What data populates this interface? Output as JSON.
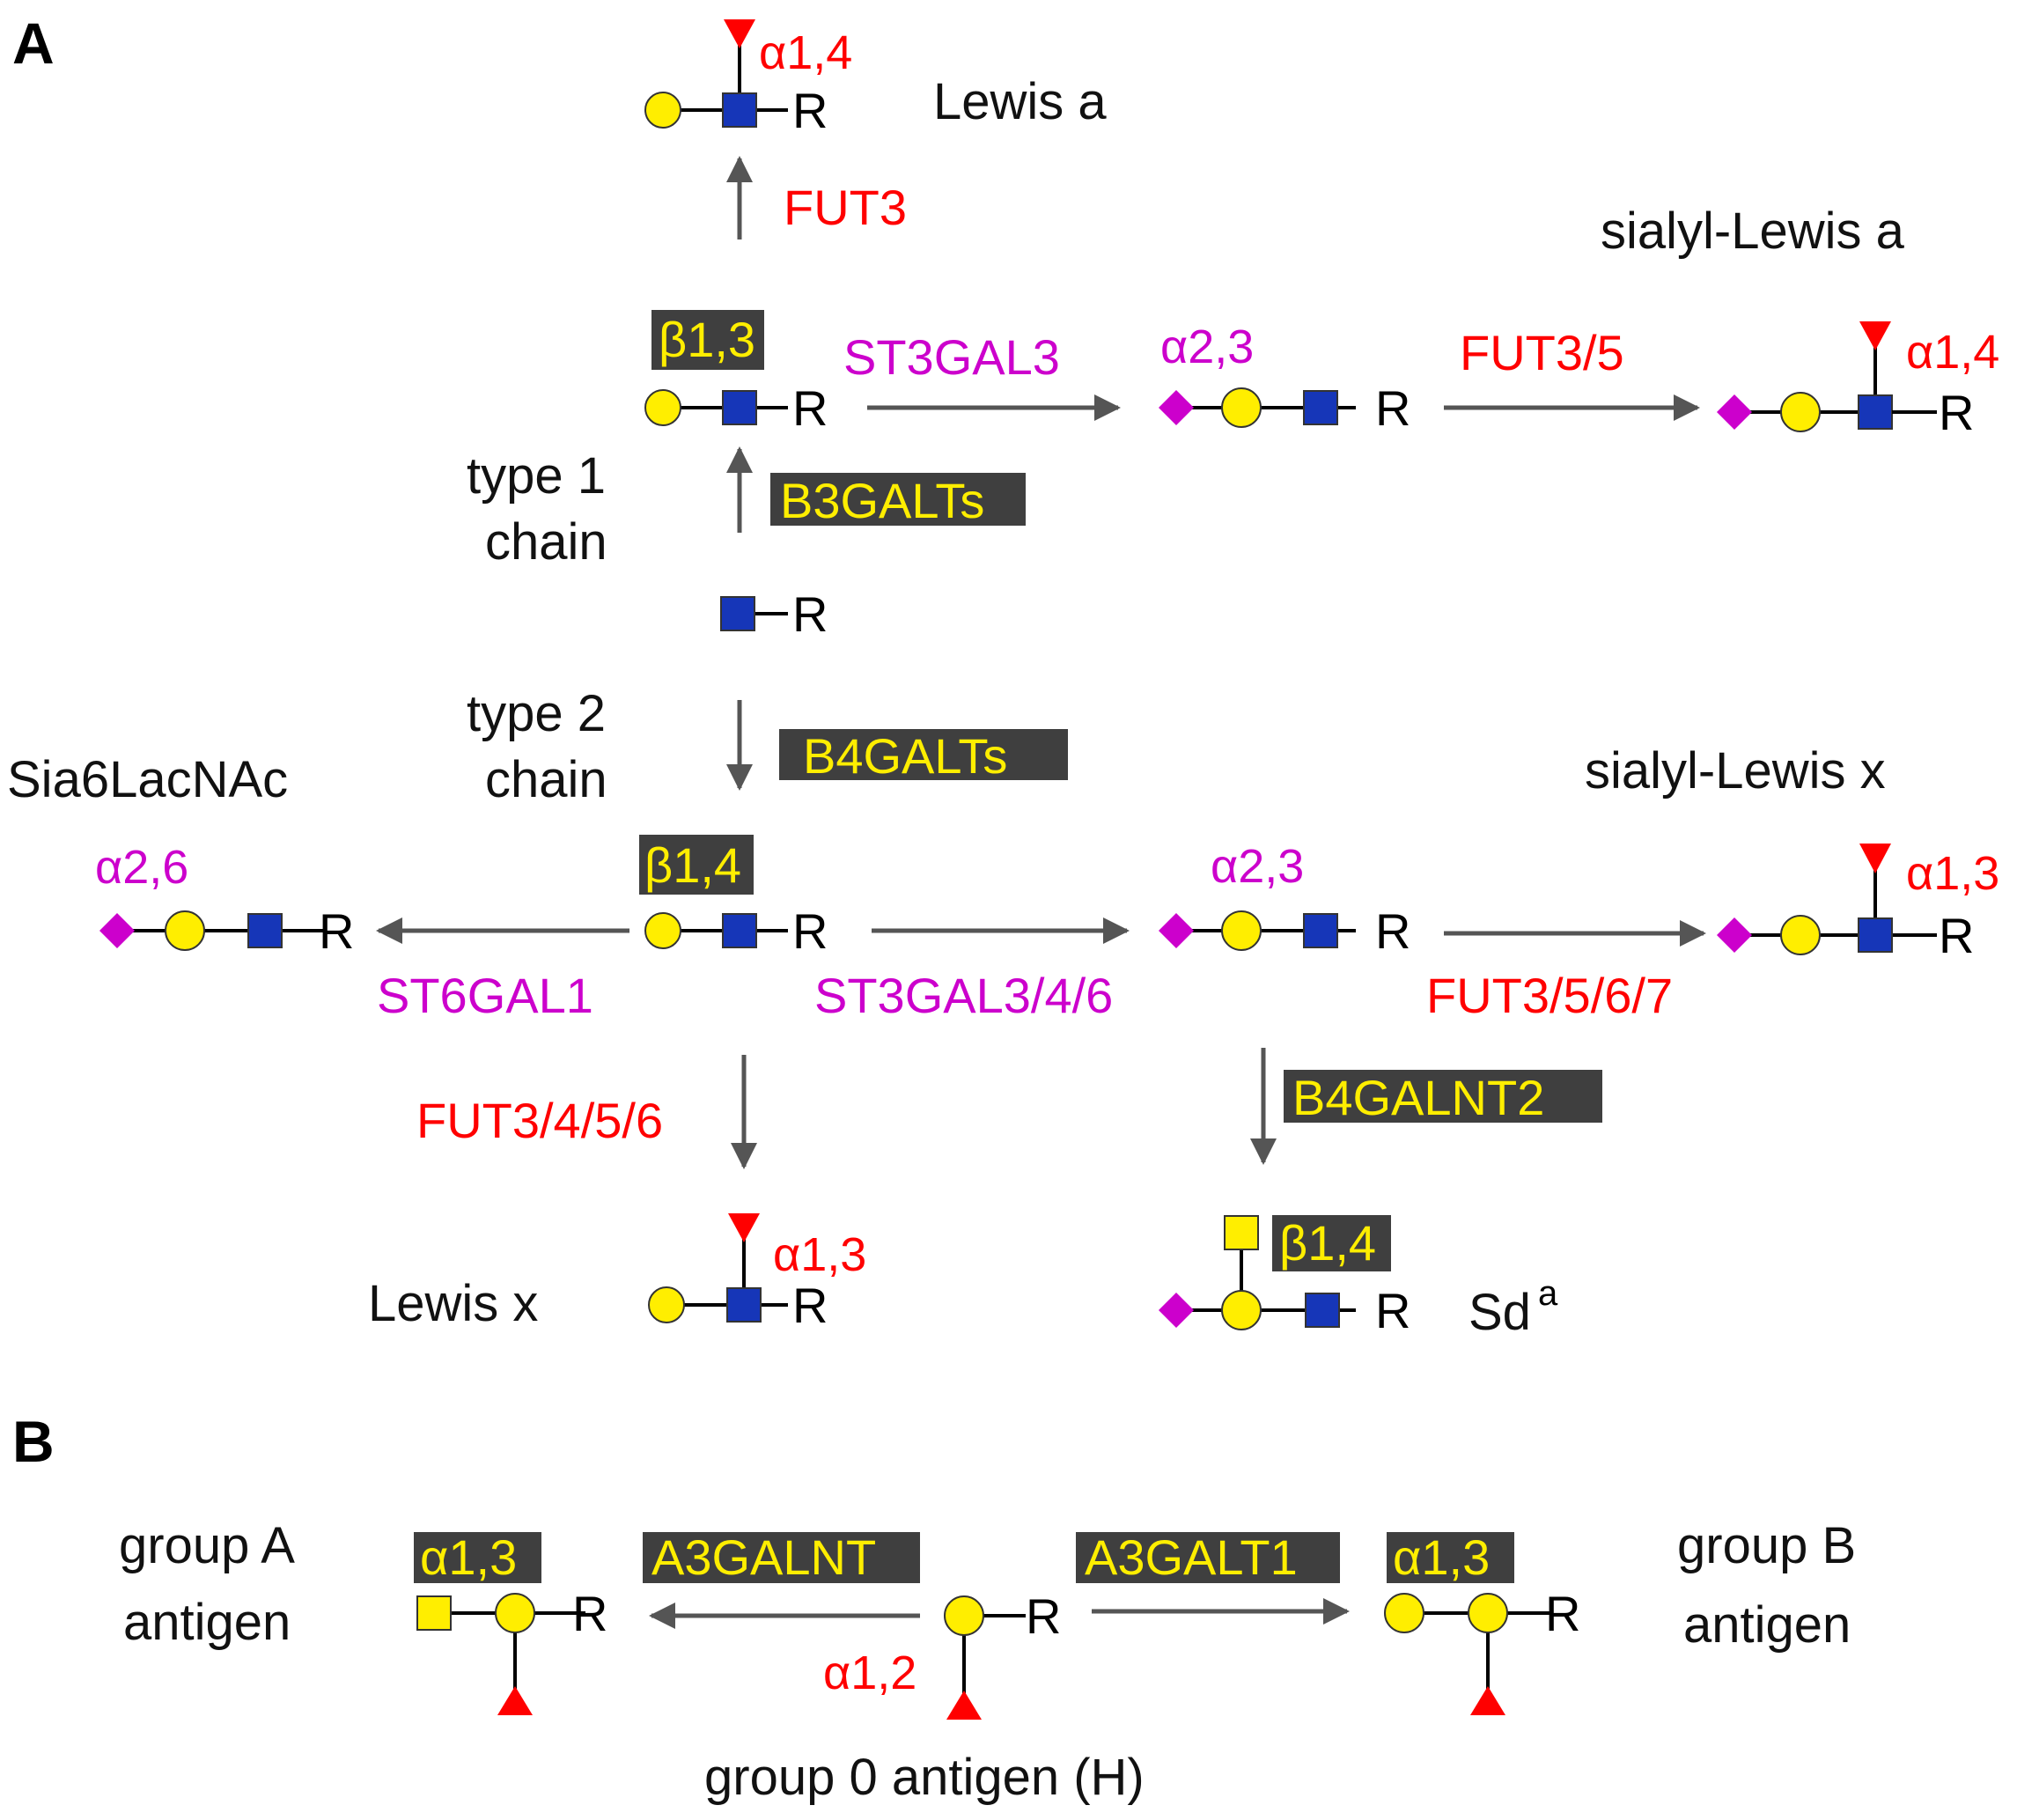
{
  "colors": {
    "red": "#ff0000",
    "magenta": "#cc00cc",
    "yellow": "#ffee00",
    "blue": "#1636b8",
    "box": "#3f3f3f",
    "arrow": "#555555"
  },
  "icons": {
    "galactose": "yellow-circle-icon",
    "glcnac": "blue-square-icon",
    "galnac": "yellow-square-icon",
    "sialic_acid": "magenta-diamond-icon",
    "fucose": "red-triangle-icon"
  },
  "panels": {
    "a": "A",
    "b": "B"
  },
  "reducing_end": "R",
  "labels": {
    "lewis_a": "Lewis a",
    "sialyl_lewis_a": "sialyl-Lewis a",
    "type1_line1": "type 1",
    "type1_line2": "chain",
    "type2_line1": "type 2",
    "type2_line2": "chain",
    "sia6lacnac": "Sia6LacNAc",
    "sialyl_lewis_x": "sialyl-Lewis x",
    "lewis_x": "Lewis x",
    "sda_base": "Sd",
    "sda_sup": "a",
    "group_a_line1": "group A",
    "group_a_line2": "antigen",
    "group_b_line1": "group B",
    "group_b_line2": "antigen",
    "group_0": "group 0 antigen (H)"
  },
  "enzymes": {
    "fut3": "FUT3",
    "st3gal3": "ST3GAL3",
    "fut3_5": "FUT3/5",
    "b3galts": "B3GALTs",
    "b4galts": "B4GALTs",
    "st6gal1": "ST6GAL1",
    "st3gal3_4_6": "ST3GAL3/4/6",
    "fut3_5_6_7": "FUT3/5/6/7",
    "fut3_4_5_6": "FUT3/4/5/6",
    "b4galnt2": "B4GALNT2",
    "a3galnt": "A3GALNT",
    "a3galt1": "A3GALT1"
  },
  "linkages": {
    "lewis_a_fuc": "α1,4",
    "type1_gal": "β1,3",
    "sialyl_a_sia": "α2,3",
    "sialyl_lewis_a_fuc": "α1,4",
    "sia6_sia": "α2,6",
    "type2_gal": "β1,4",
    "sia3_lacnac_sia": "α2,3",
    "sialyl_lewis_x_fuc": "α1,3",
    "lewis_x_fuc": "α1,3",
    "sda_galnac": "β1,4",
    "group_a_galnac": "α1,3",
    "group_0_fuc": "α1,2",
    "group_b_gal": "α1,3"
  }
}
